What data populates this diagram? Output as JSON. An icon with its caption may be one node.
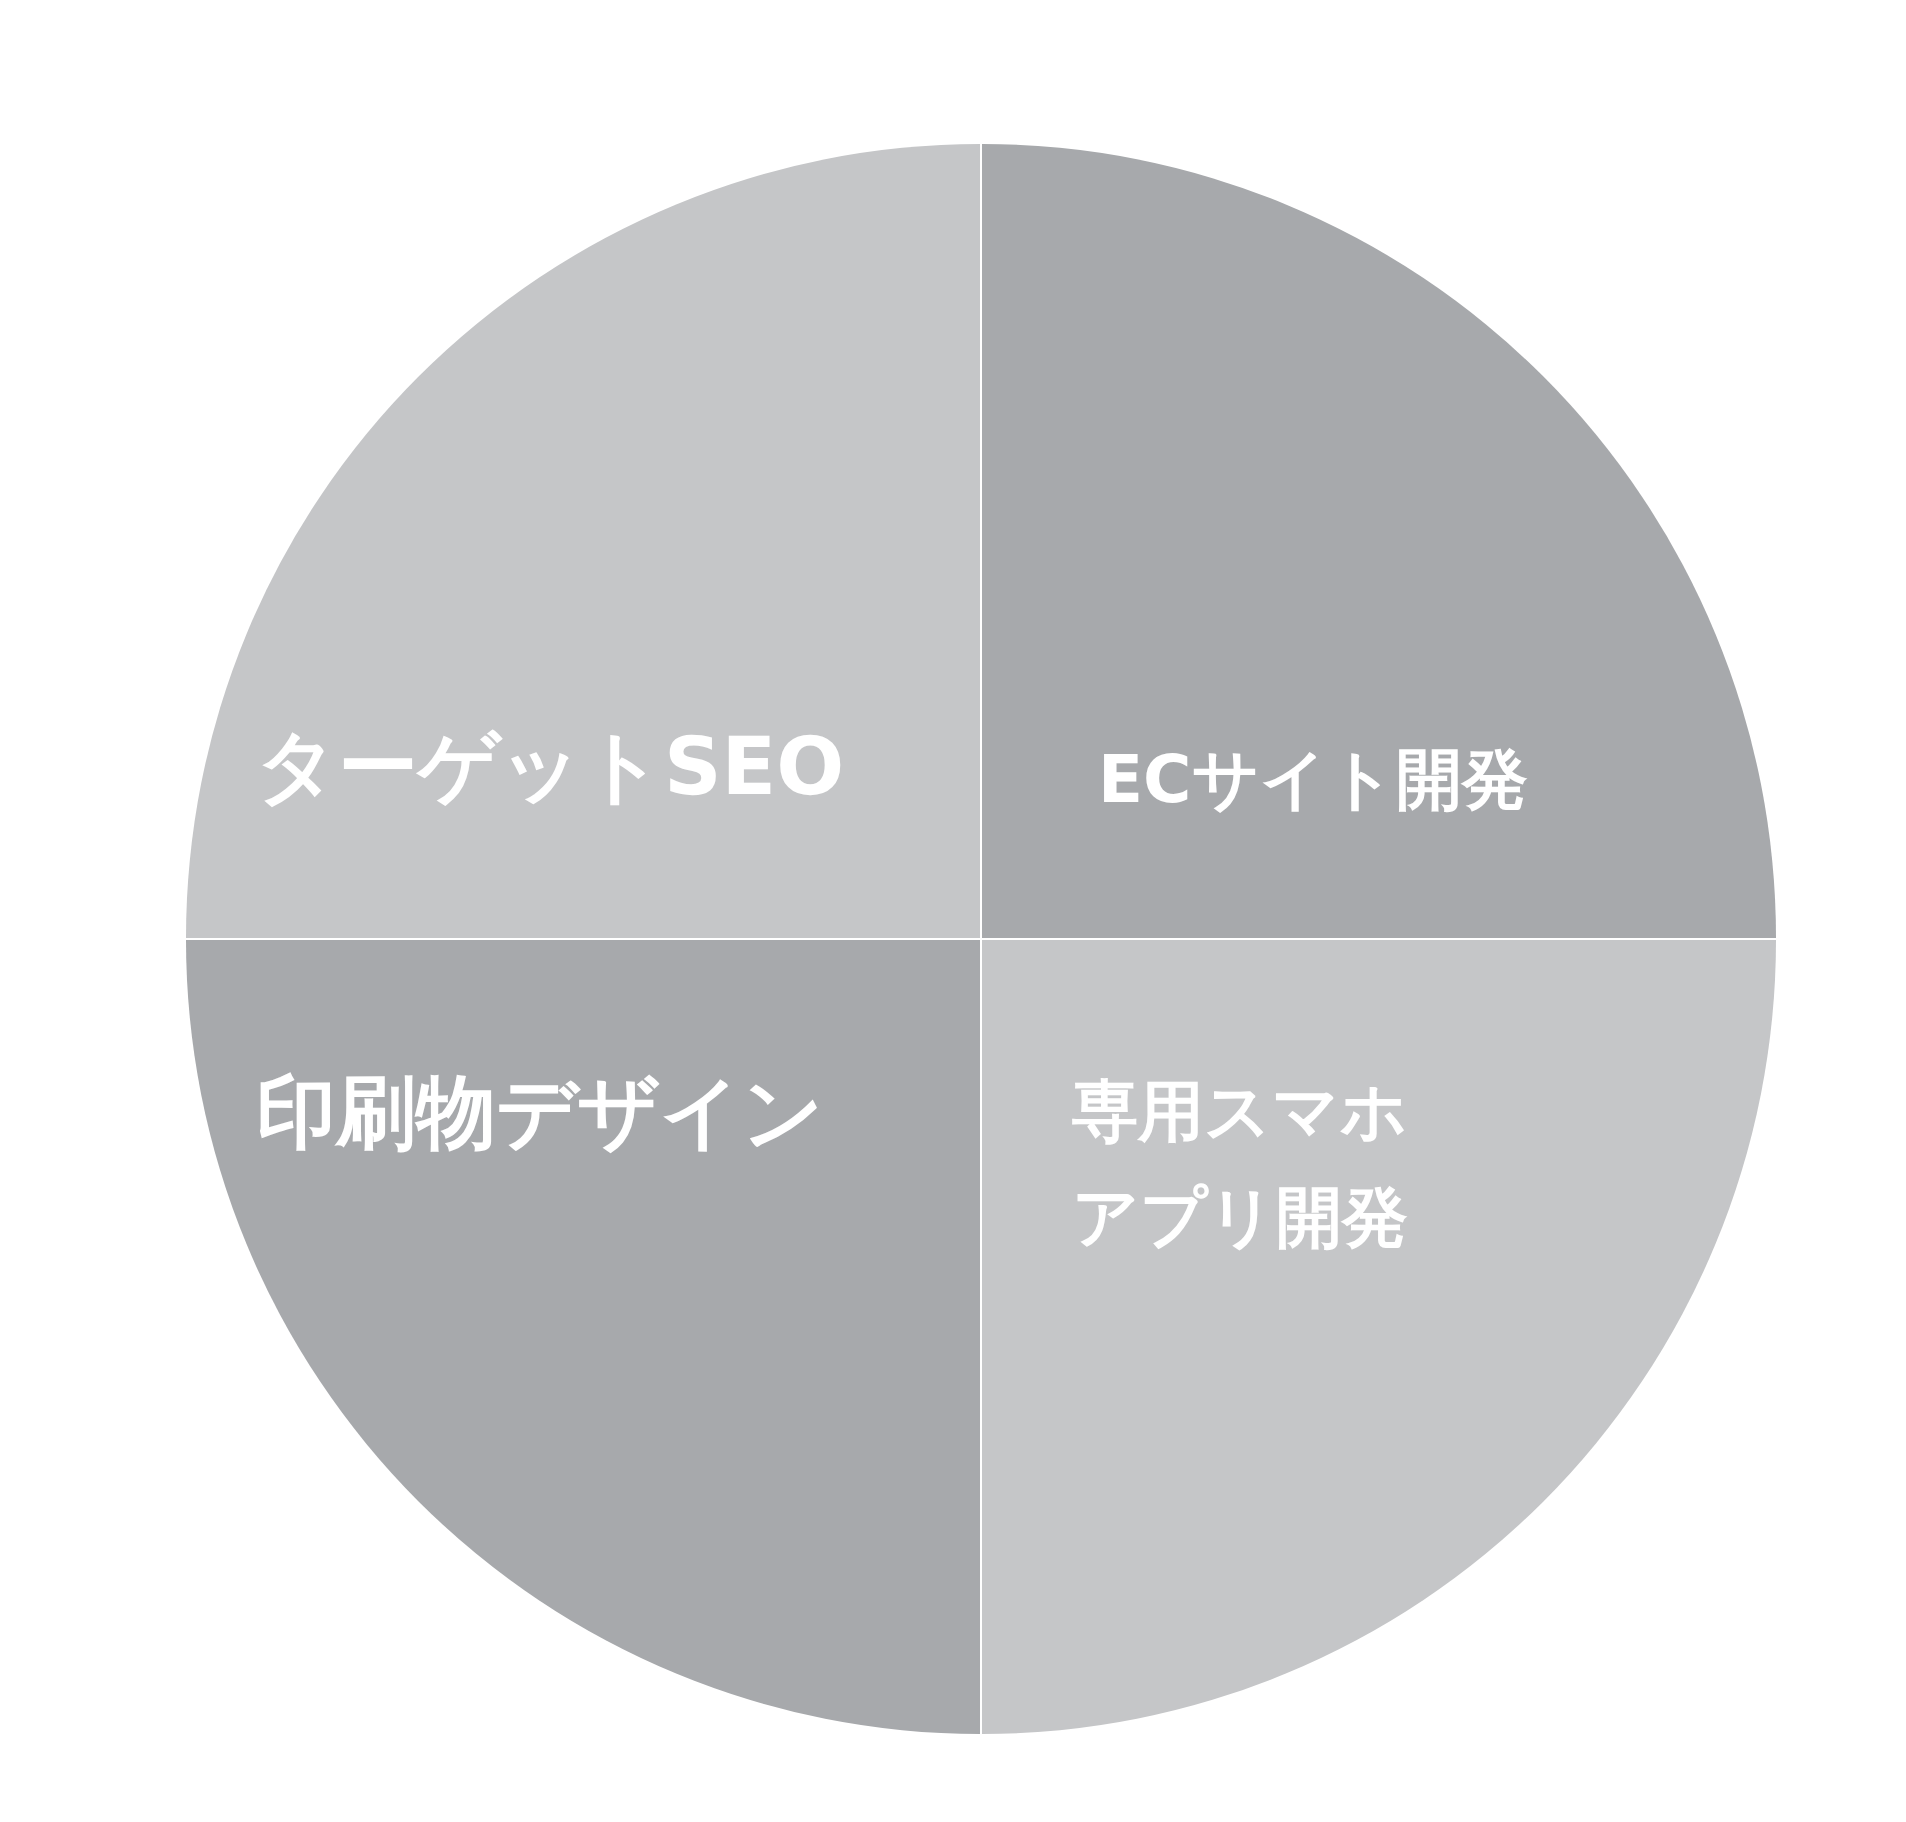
{
  "diagram": {
    "nodes": [
      {
        "text": [
          "ターゲットSEO"
        ]
      },
      {
        "text": [
          "ECサイト開発"
        ]
      },
      {
        "text": [
          "印刷物デザイン"
        ]
      },
      {
        "text": [
          "専用スマホアプリ開発"
        ]
      }
    ]
  }
}
